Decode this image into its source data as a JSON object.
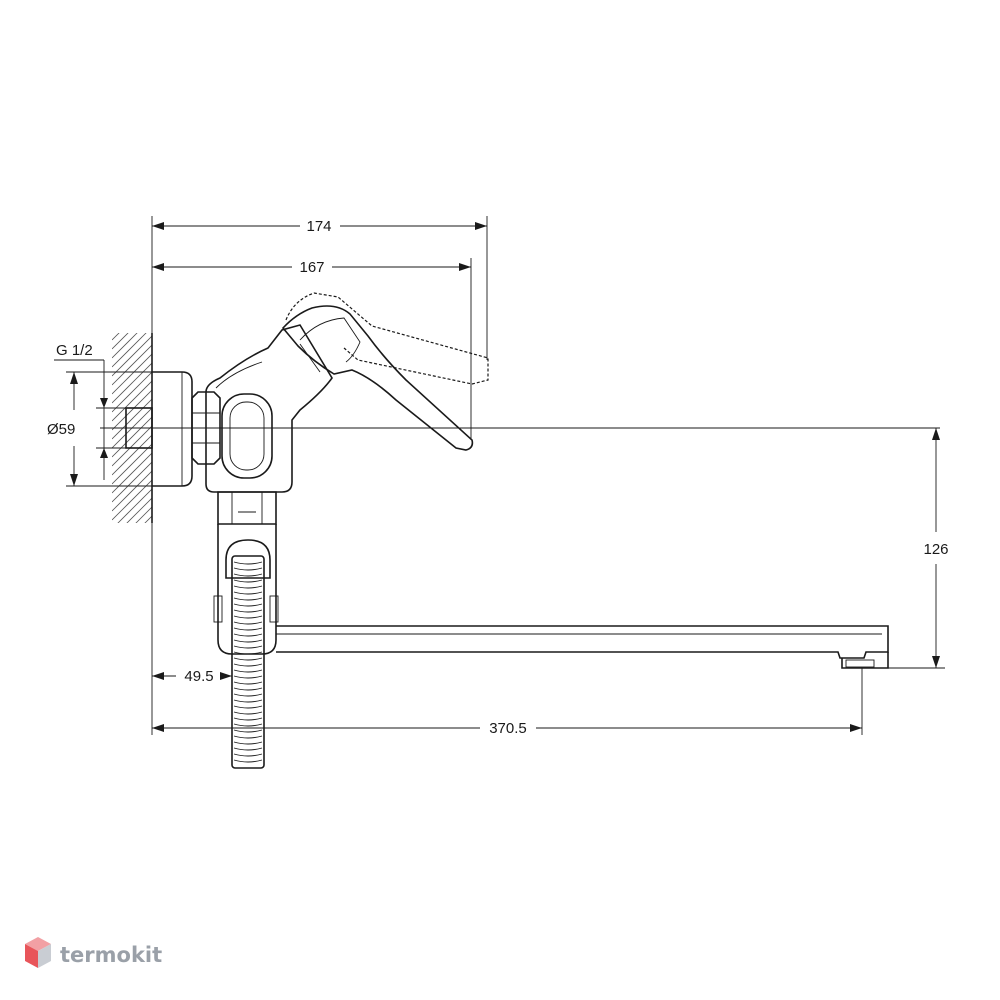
{
  "dimensions": {
    "overall_width": "174",
    "lever_width": "167",
    "thread": "G 1/2",
    "flange_diameter": "Ø59",
    "spout_height": "126",
    "wall_to_body": "49.5",
    "spout_reach": "370.5"
  },
  "brand": {
    "name": "termokit",
    "logo_icon": "hexagon-cube-icon",
    "logo_colors": [
      "#e8555a",
      "#f2a0a4",
      "#c9cdd3"
    ]
  }
}
